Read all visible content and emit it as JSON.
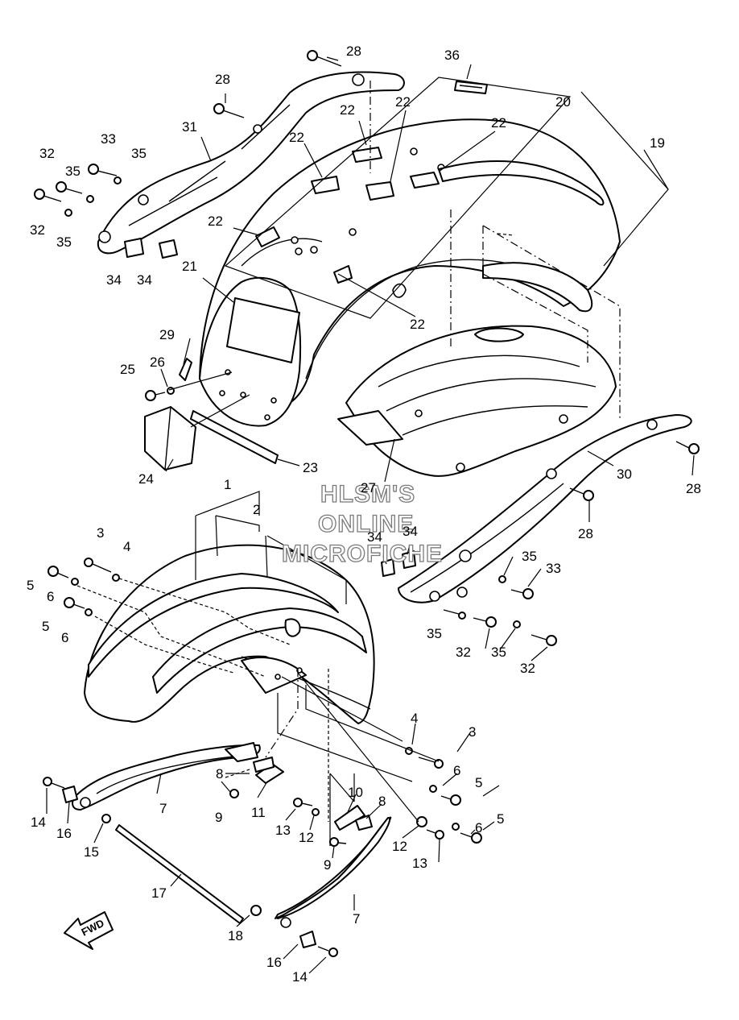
{
  "watermark": {
    "line1": "HLSM'S",
    "line2": "ONLINE",
    "line3": "MICROFICHE"
  },
  "fwd_label": "FWD",
  "callouts": [
    {
      "id": "c28a",
      "text": "28"
    },
    {
      "id": "c28b",
      "text": "28"
    },
    {
      "id": "c36",
      "text": "36"
    },
    {
      "id": "c22a",
      "text": "22"
    },
    {
      "id": "c22b",
      "text": "22"
    },
    {
      "id": "c22c",
      "text": "22"
    },
    {
      "id": "c22d",
      "text": "22"
    },
    {
      "id": "c22e",
      "text": "22"
    },
    {
      "id": "c22f",
      "text": "22"
    },
    {
      "id": "c20",
      "text": "20"
    },
    {
      "id": "c19",
      "text": "19"
    },
    {
      "id": "c31",
      "text": "31"
    },
    {
      "id": "c33a",
      "text": "33"
    },
    {
      "id": "c32a",
      "text": "32"
    },
    {
      "id": "c35a",
      "text": "35"
    },
    {
      "id": "c35b",
      "text": "35"
    },
    {
      "id": "c32b",
      "text": "32"
    },
    {
      "id": "c35c",
      "text": "35"
    },
    {
      "id": "c34a",
      "text": "34"
    },
    {
      "id": "c34b",
      "text": "34"
    },
    {
      "id": "c21",
      "text": "21"
    },
    {
      "id": "c29",
      "text": "29"
    },
    {
      "id": "c26",
      "text": "26"
    },
    {
      "id": "c25",
      "text": "25"
    },
    {
      "id": "c24",
      "text": "24"
    },
    {
      "id": "c23",
      "text": "23"
    },
    {
      "id": "c27",
      "text": "27"
    },
    {
      "id": "c30",
      "text": "30"
    },
    {
      "id": "c28c",
      "text": "28"
    },
    {
      "id": "c28d",
      "text": "28"
    },
    {
      "id": "c1",
      "text": "1"
    },
    {
      "id": "c2",
      "text": "2"
    },
    {
      "id": "c3a",
      "text": "3"
    },
    {
      "id": "c4a",
      "text": "4"
    },
    {
      "id": "c5a",
      "text": "5"
    },
    {
      "id": "c6a",
      "text": "6"
    },
    {
      "id": "c5b",
      "text": "5"
    },
    {
      "id": "c6b",
      "text": "6"
    },
    {
      "id": "c34c",
      "text": "34"
    },
    {
      "id": "c34d",
      "text": "34"
    },
    {
      "id": "c35d",
      "text": "35"
    },
    {
      "id": "c33b",
      "text": "33"
    },
    {
      "id": "c35e",
      "text": "35"
    },
    {
      "id": "c32c",
      "text": "32"
    },
    {
      "id": "c35f",
      "text": "35"
    },
    {
      "id": "c32d",
      "text": "32"
    },
    {
      "id": "c4b",
      "text": "4"
    },
    {
      "id": "c3b",
      "text": "3"
    },
    {
      "id": "c6c",
      "text": "6"
    },
    {
      "id": "c5c",
      "text": "5"
    },
    {
      "id": "c6d",
      "text": "6"
    },
    {
      "id": "c5d",
      "text": "5"
    },
    {
      "id": "c10",
      "text": "10"
    },
    {
      "id": "c8a",
      "text": "8"
    },
    {
      "id": "c8b",
      "text": "8"
    },
    {
      "id": "c7a",
      "text": "7"
    },
    {
      "id": "c9a",
      "text": "9"
    },
    {
      "id": "c11",
      "text": "11"
    },
    {
      "id": "c13a",
      "text": "13"
    },
    {
      "id": "c12a",
      "text": "12"
    },
    {
      "id": "c12b",
      "text": "12"
    },
    {
      "id": "c13b",
      "text": "13"
    },
    {
      "id": "c9b",
      "text": "9"
    },
    {
      "id": "c14a",
      "text": "14"
    },
    {
      "id": "c16a",
      "text": "16"
    },
    {
      "id": "c15",
      "text": "15"
    },
    {
      "id": "c17",
      "text": "17"
    },
    {
      "id": "c18",
      "text": "18"
    },
    {
      "id": "c7b",
      "text": "7"
    },
    {
      "id": "c16b",
      "text": "16"
    },
    {
      "id": "c14b",
      "text": "14"
    }
  ]
}
